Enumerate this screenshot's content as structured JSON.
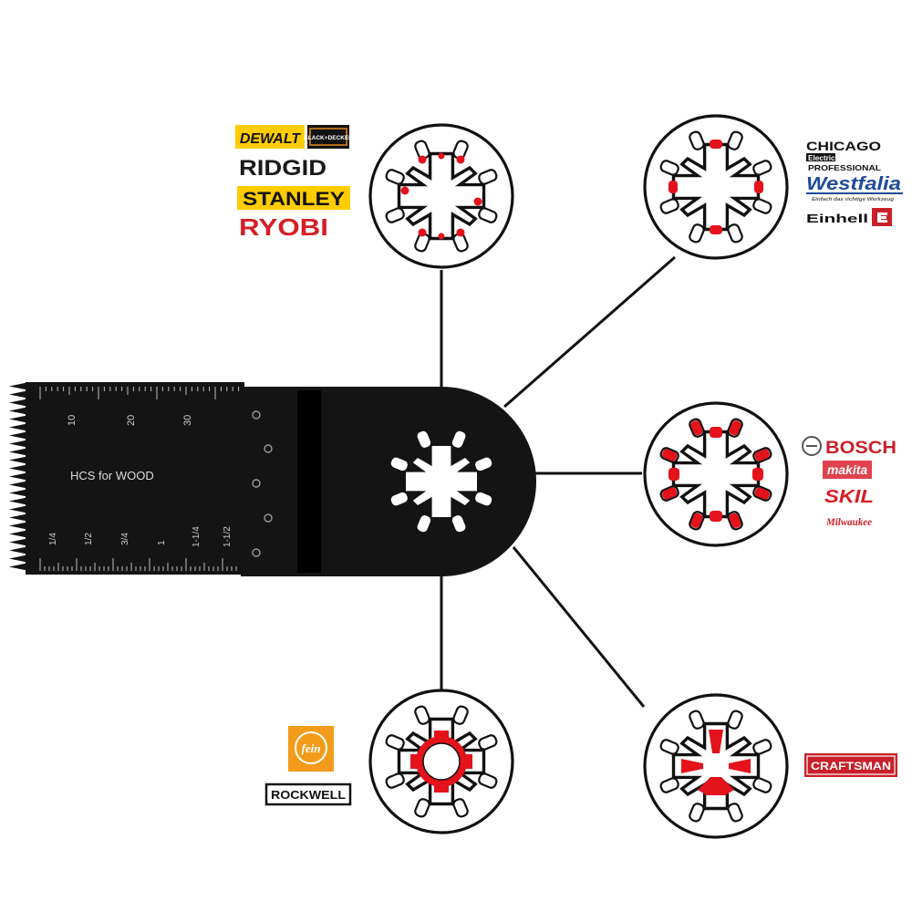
{
  "blade": {
    "label": "HCS for WOOD",
    "metric_ticks": [
      "10",
      "20",
      "30"
    ],
    "inch_ticks": [
      "1/4",
      "1/2",
      "3/4",
      "1",
      "1-1/4",
      "1-1/2"
    ],
    "color": "#141414"
  },
  "accent_color": "#e3121b",
  "adapters": [
    {
      "brands": [
        "DEWALT",
        "BLACK+DECKER",
        "RIDGID",
        "STANLEY",
        "RYOBI"
      ]
    },
    {
      "brands": [
        "CHICAGO",
        "Electric Power Tools",
        "PROFESSIONAL",
        "Westfalia",
        "Einfach das richtige Werkzeug",
        "Einhell"
      ]
    },
    {
      "brands": [
        "BOSCH",
        "makita",
        "SKIL",
        "Milwaukee"
      ]
    },
    {
      "brands": [
        "fein",
        "ROCKWELL"
      ]
    },
    {
      "brands": [
        "CRAFTSMAN"
      ]
    }
  ]
}
